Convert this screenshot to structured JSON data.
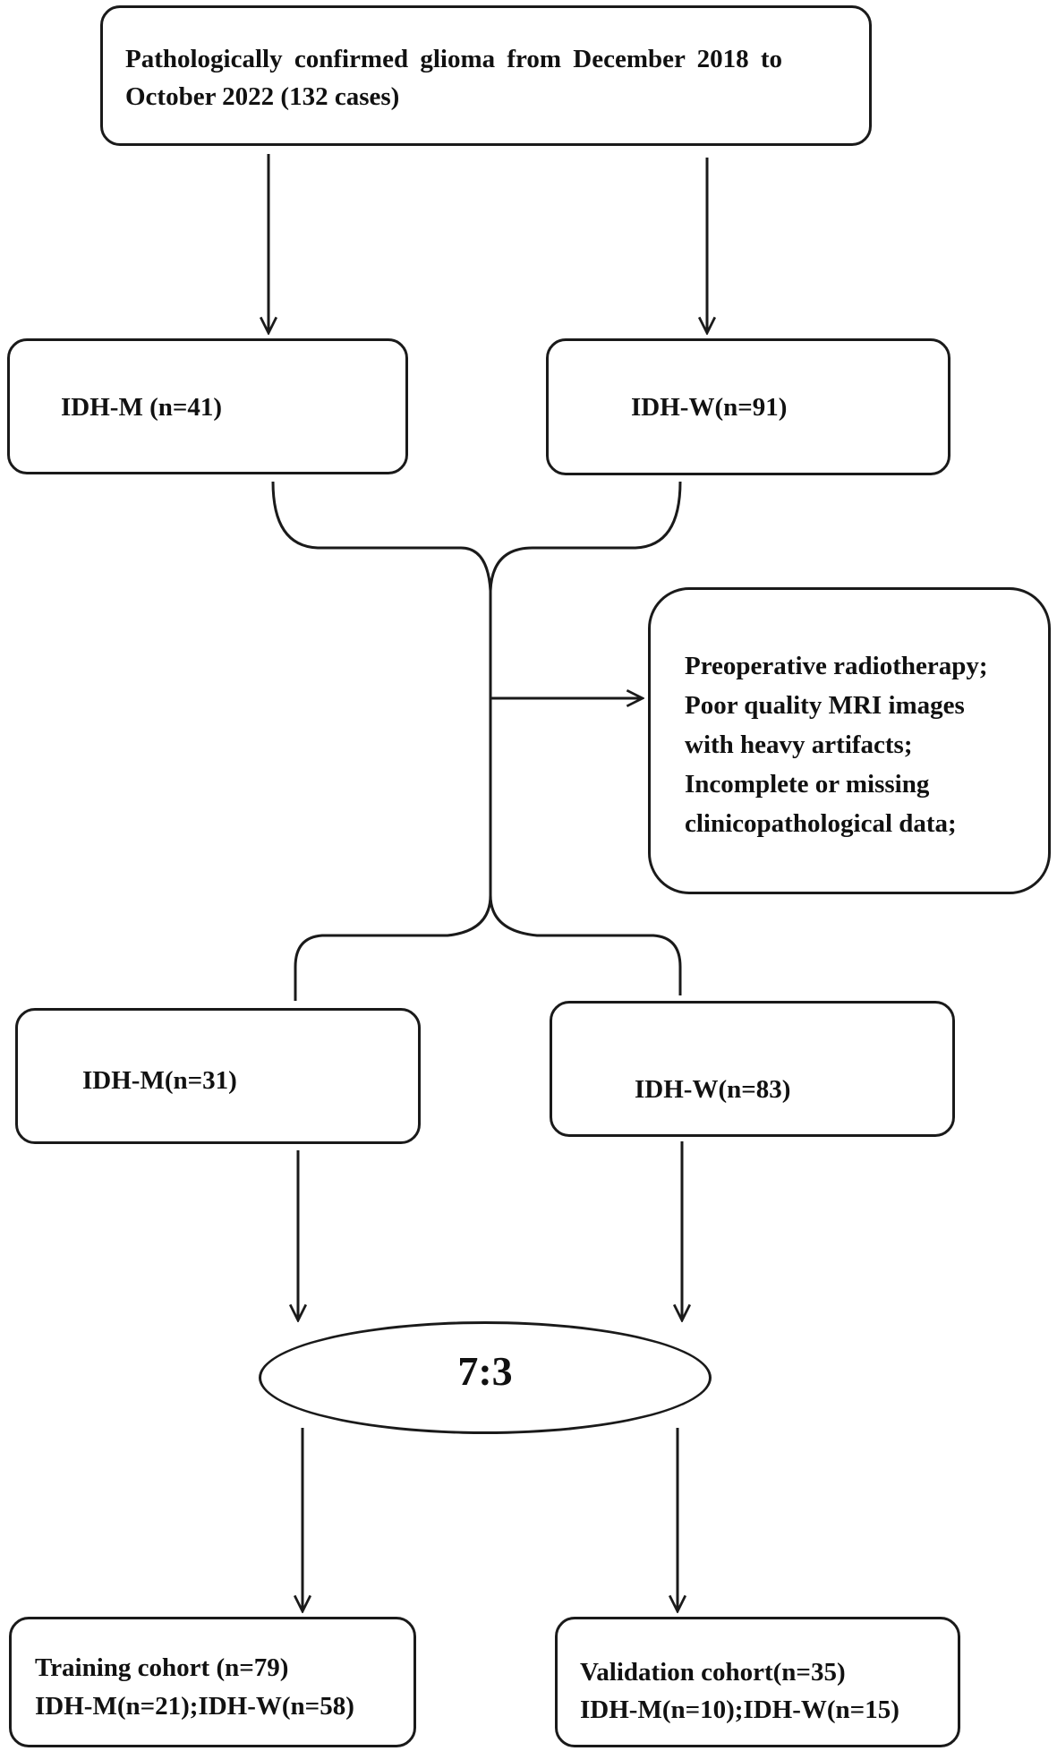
{
  "top_box": {
    "line1": "Pathologically confirmed glioma from December 2018 to",
    "line2": "October 2022 (132 cases)"
  },
  "first_split": {
    "left": "IDH-M (n=41)",
    "right": "IDH-W(n=91)"
  },
  "exclusion": {
    "lines": [
      "Preoperative radiotherapy;",
      "Poor quality MRI images",
      "with heavy artifacts;",
      "Incomplete or missing",
      "clinicopathological data;"
    ]
  },
  "second_split": {
    "left": "IDH-M(n=31)",
    "right": "IDH-W(n=83)"
  },
  "ratio": "7:3",
  "training": {
    "title": "Training cohort (n=79)",
    "detail": "IDH-M(n=21);IDH-W(n=58)"
  },
  "validation": {
    "title": "Validation cohort(n=35)",
    "detail": "IDH-M(n=10);IDH-W(n=15)"
  }
}
